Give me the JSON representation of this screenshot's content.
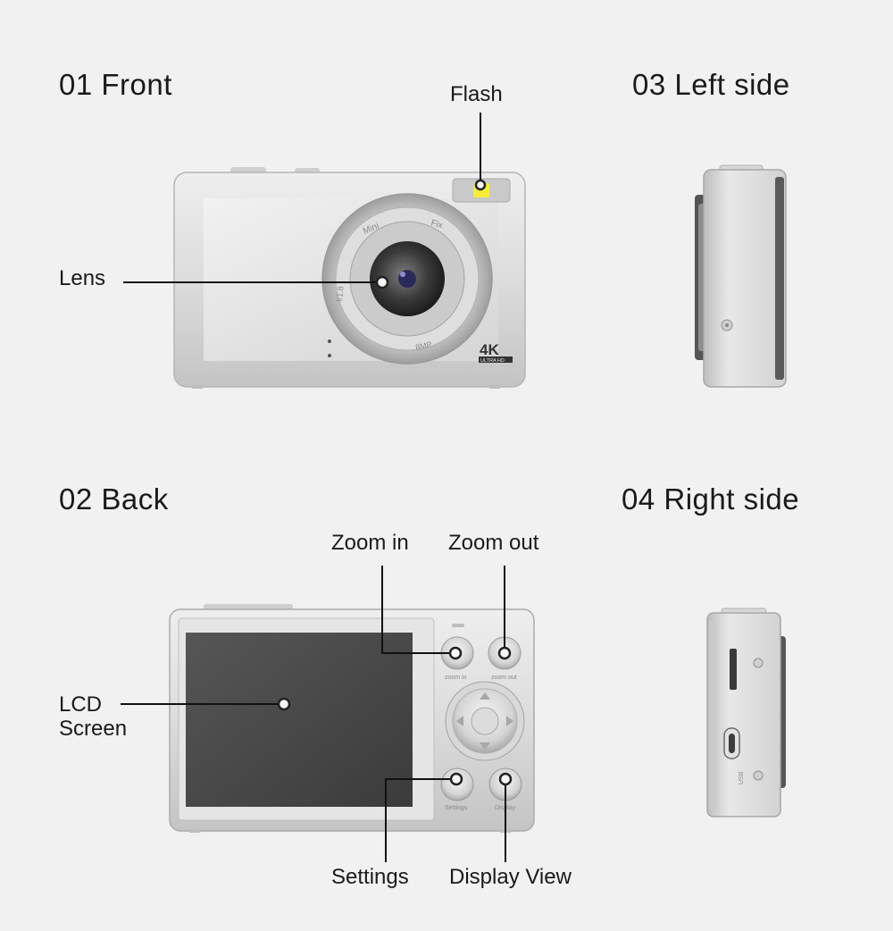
{
  "sections": {
    "front": {
      "number": "01",
      "title": "Front"
    },
    "back": {
      "number": "02",
      "title": "Back"
    },
    "left": {
      "number": "03",
      "title": "Left side"
    },
    "right": {
      "number": "04",
      "title": "Right side"
    }
  },
  "callouts": {
    "flash": "Flash",
    "lens": "Lens",
    "zoom_in": "Zoom in",
    "zoom_out": "Zoom out",
    "lcd_line1": "LCD",
    "lcd_line2": "Screen",
    "settings": "Settings",
    "display_view": "Display View"
  },
  "camera_text": {
    "badge_main": "4K",
    "badge_sub": "ULTRA HD",
    "ring_text_top": "Mini",
    "ring_text_top2": "Fix",
    "ring_text_side": "f/1.8",
    "ring_text_bottom": "8MP",
    "zoom_in_caption": "zoom in",
    "zoom_out_caption": "zoom out",
    "settings_caption": "Settings",
    "display_caption": "Display",
    "usb_caption": "USB"
  },
  "colors": {
    "background": "#f1f1f1",
    "body": "#d9d9d9",
    "screen": "#4a4a4a",
    "flash": "#f4ee3a"
  }
}
